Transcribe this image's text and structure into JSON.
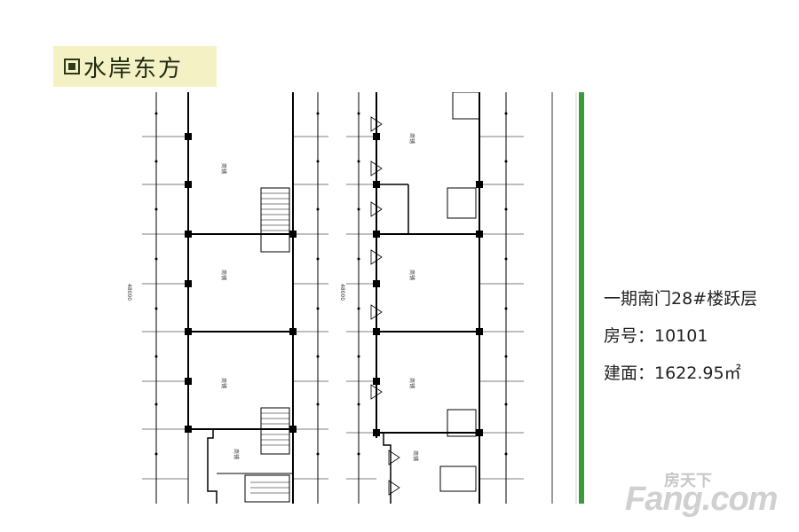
{
  "logo": {
    "text": "水岸东方"
  },
  "info": {
    "building": "一期南门28#楼跃层",
    "room": "房号：10101",
    "area": "建面：1622.95㎡"
  },
  "watermark": {
    "top": "房天下",
    "main": "Fang.com"
  },
  "colors": {
    "logo_bg": "#f4f2c4",
    "accent_strip": "#3c9a3c",
    "line": "#000000"
  },
  "floorplan": {
    "room_labels": [
      "商铺",
      "商铺",
      "商铺",
      "商铺",
      "商铺",
      "商铺",
      "商铺",
      "商铺"
    ],
    "dimension_labels": [
      "48000",
      "48000"
    ]
  }
}
